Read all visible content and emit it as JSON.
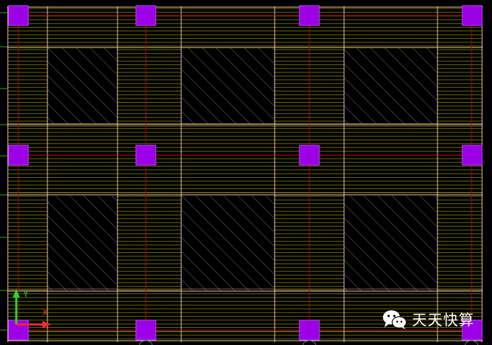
{
  "app": {
    "background_color": "#000000"
  },
  "colors": {
    "beam": "#f2c9a0",
    "axis": "#b00000",
    "column": "#9b00e6",
    "column_outline": "#c040ff",
    "hatch": "#9a9a9a",
    "hatch_stripe": "#ffffff",
    "slab_line": "#6b6b00",
    "tick": "#2ea82e",
    "ucs_x": "#ff2a2a",
    "ucs_y": "#22dd22",
    "watermark_text": "#ffffff"
  },
  "ucs": {
    "x_label": "X",
    "y_label": "Y"
  },
  "watermark": {
    "icon": "wechat-icon",
    "text": "天天快算"
  }
}
